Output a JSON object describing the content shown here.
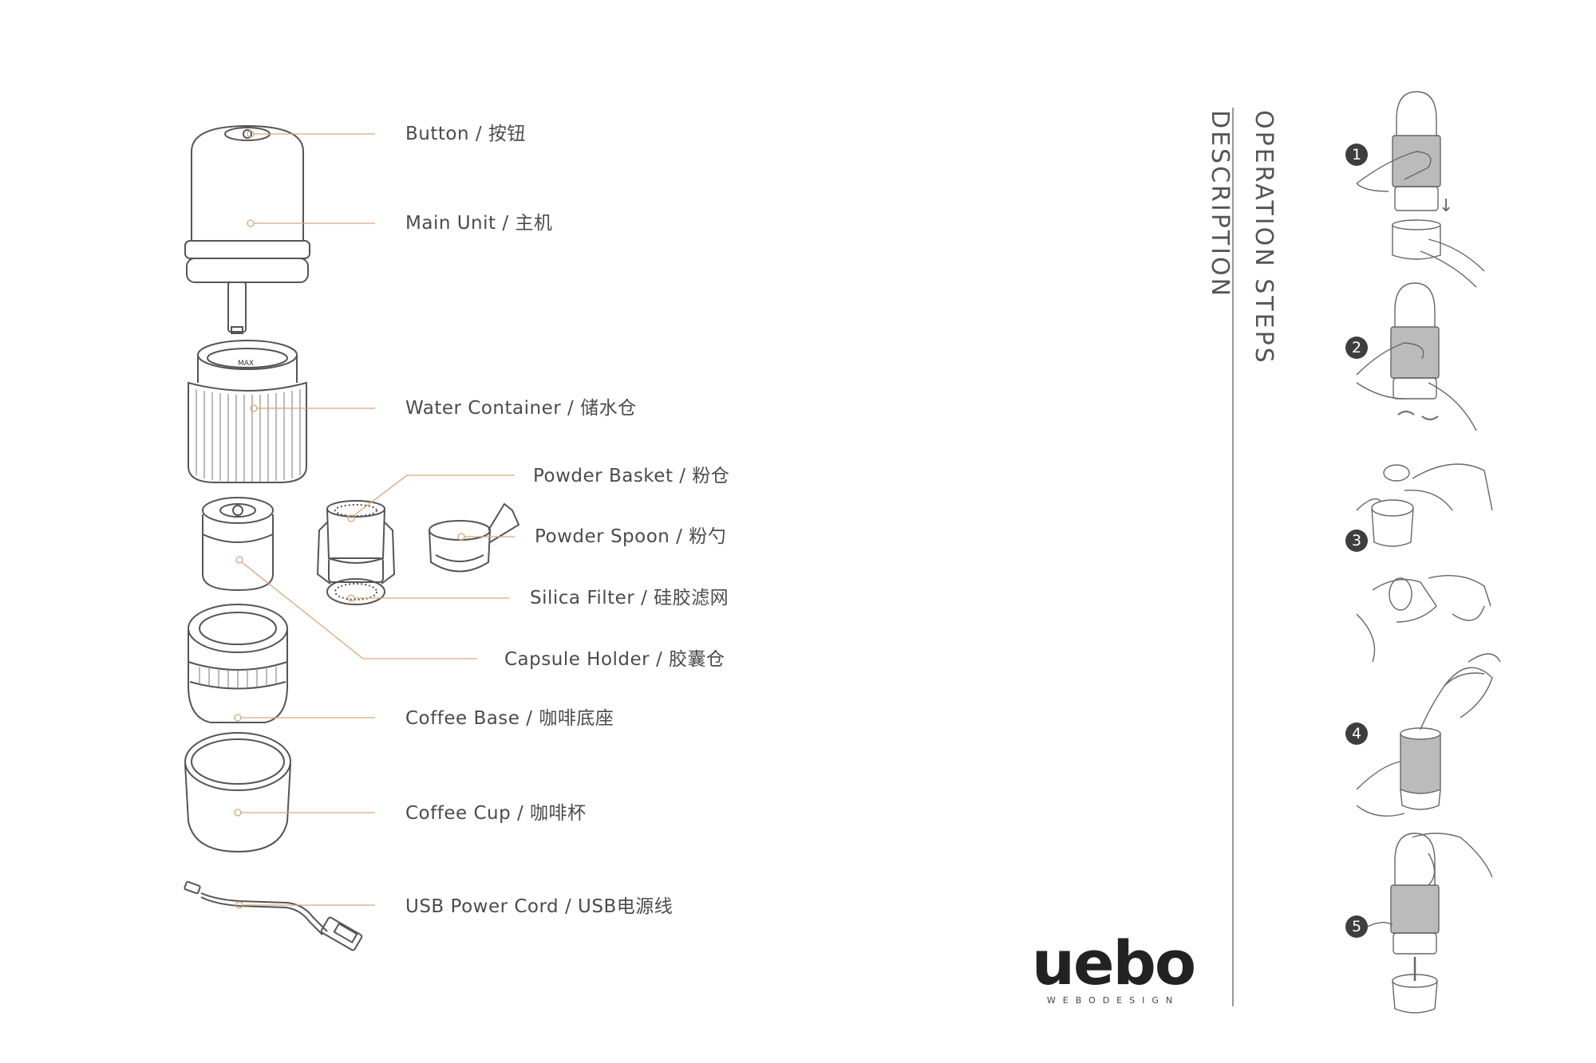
{
  "parts": [
    {
      "id": "button",
      "label": "Button / 按钮"
    },
    {
      "id": "main-unit",
      "label": "Main Unit / 主机"
    },
    {
      "id": "water-container",
      "label": "Water Container / 储水仓"
    },
    {
      "id": "powder-basket",
      "label": "Powder Basket / 粉仓"
    },
    {
      "id": "powder-spoon",
      "label": "Powder Spoon / 粉勺"
    },
    {
      "id": "silica-filter",
      "label": "Silica Filter / 硅胶滤网"
    },
    {
      "id": "capsule-holder",
      "label": "Capsule Holder / 胶囊仓"
    },
    {
      "id": "coffee-base",
      "label": "Coffee Base / 咖啡底座"
    },
    {
      "id": "coffee-cup",
      "label": "Coffee Cup / 咖啡杯"
    },
    {
      "id": "usb-power-cord",
      "label": "USB Power Cord / USB电源线"
    }
  ],
  "sidebar": {
    "title_line1": "OPERATION STEPS",
    "title_line2": "DESCRIPTION"
  },
  "steps": [
    {
      "number": "1"
    },
    {
      "number": "2"
    },
    {
      "number": "3"
    },
    {
      "number": "4"
    },
    {
      "number": "5"
    }
  ],
  "brand": {
    "wordmark": "uebo",
    "subtitle": "WEBODESIGN"
  },
  "colors": {
    "leader_line": "#d9a679",
    "outline": "#555555",
    "badge": "#3e3e3e"
  },
  "icons": {
    "max_mark": "MAX",
    "arrow_down": "↓"
  }
}
